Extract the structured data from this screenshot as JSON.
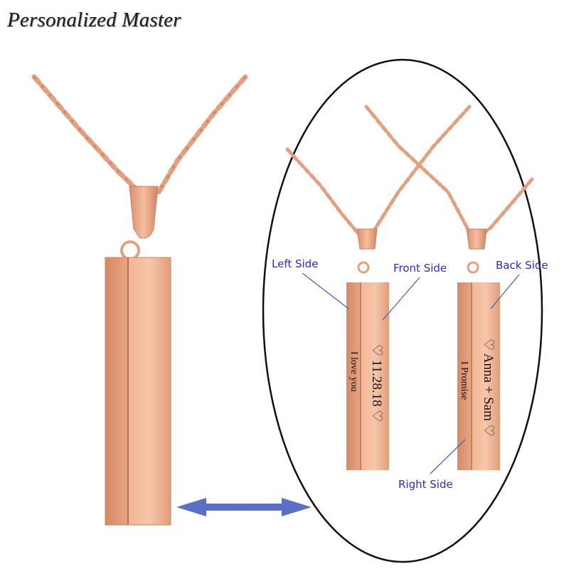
{
  "brand": "Personalized Master",
  "labels": {
    "left_side": "Left Side",
    "front_side": "Front Side",
    "back_side": "Back Side",
    "right_side": "Right Side"
  },
  "engravings": {
    "bar1_front": "♡ 11.28.18 ♡",
    "bar1_left": "I love you",
    "bar2_front": "♡ Anna + Sam ♡",
    "bar2_left": "I Promise"
  },
  "colors": {
    "rose_gold": "#e9a07e",
    "label_blue": "#2a2ad6",
    "arrow_blue": "#5b6fc8"
  }
}
